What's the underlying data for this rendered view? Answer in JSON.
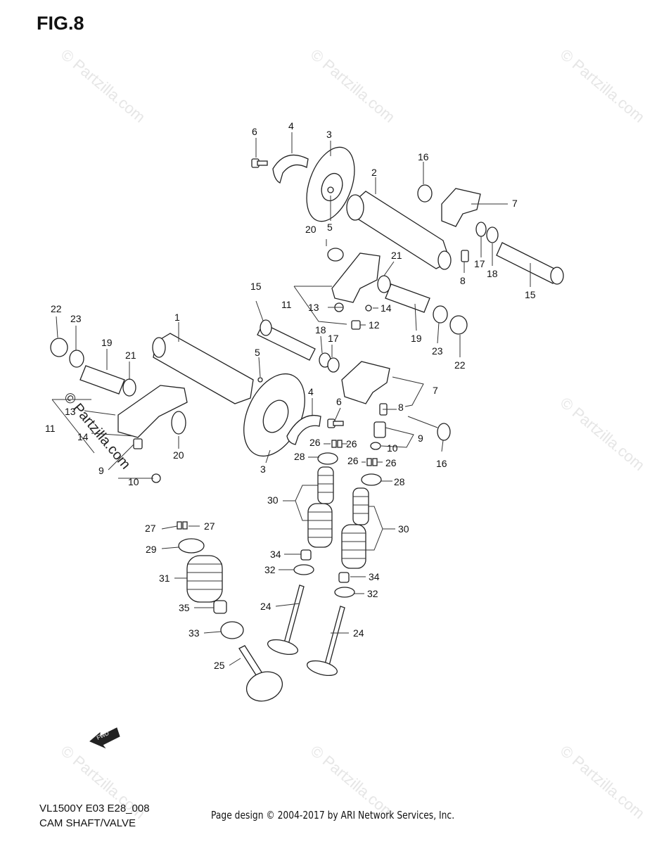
{
  "figure": {
    "title": "FIG.8"
  },
  "footer": {
    "model_code": "VL1500Y E03 E28_008",
    "section_name": "CAM SHAFT/VALVE",
    "page_design": "Page design © 2004-2017 by ARI Network Services, Inc."
  },
  "watermark": {
    "text": "© Partzilla.com"
  },
  "fwd_label": "FWD",
  "callouts": {
    "c1": "1",
    "c2": "2",
    "c3a": "3",
    "c3b": "3",
    "c4a": "4",
    "c4b": "4",
    "c5a": "5",
    "c5b": "5",
    "c6a": "6",
    "c6b": "6",
    "c7a": "7",
    "c7b": "7",
    "c8a": "8",
    "c8b": "8",
    "c9a": "9",
    "c9b": "9",
    "c10a": "10",
    "c10b": "10",
    "c11a": "11",
    "c11b": "11",
    "c12": "12",
    "c13a": "13",
    "c13b": "13",
    "c14a": "14",
    "c14b": "14",
    "c15a": "15",
    "c15b": "15",
    "c16a": "16",
    "c16b": "16",
    "c17a": "17",
    "c17b": "17",
    "c18a": "18",
    "c18b": "18",
    "c19a": "19",
    "c19b": "19",
    "c20a": "20",
    "c20b": "20",
    "c21a": "21",
    "c21b": "21",
    "c22a": "22",
    "c22b": "22",
    "c23a": "23",
    "c23b": "23",
    "c24a": "24",
    "c24b": "24",
    "c25": "25",
    "c26a": "26",
    "c26b": "26",
    "c26c": "26",
    "c26d": "26",
    "c27a": "27",
    "c27b": "27",
    "c28a": "28",
    "c28b": "28",
    "c29": "29",
    "c30a": "30",
    "c30b": "30",
    "c31": "31",
    "c32a": "32",
    "c32b": "32",
    "c33": "33",
    "c34a": "34",
    "c34b": "34",
    "c35": "35"
  },
  "colors": {
    "line": "#222222",
    "watermark": "#e6e6e6",
    "background": "#ffffff"
  }
}
